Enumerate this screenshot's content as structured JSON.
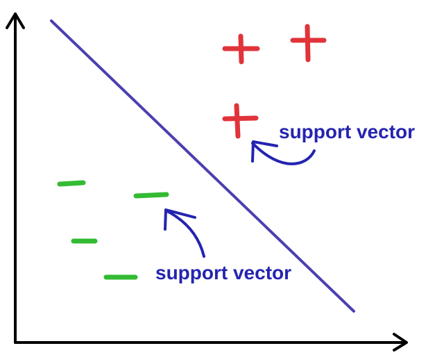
{
  "colors": {
    "axis": "#000000",
    "boundary": "#4b3fb0",
    "positive": "#e0343a",
    "negative": "#33bb33",
    "annotation": "#2424b0"
  },
  "annotations": {
    "upper_label": "support vector",
    "lower_label": "support vector"
  },
  "classes": {
    "positive_marker": "plus",
    "negative_marker": "minus"
  }
}
